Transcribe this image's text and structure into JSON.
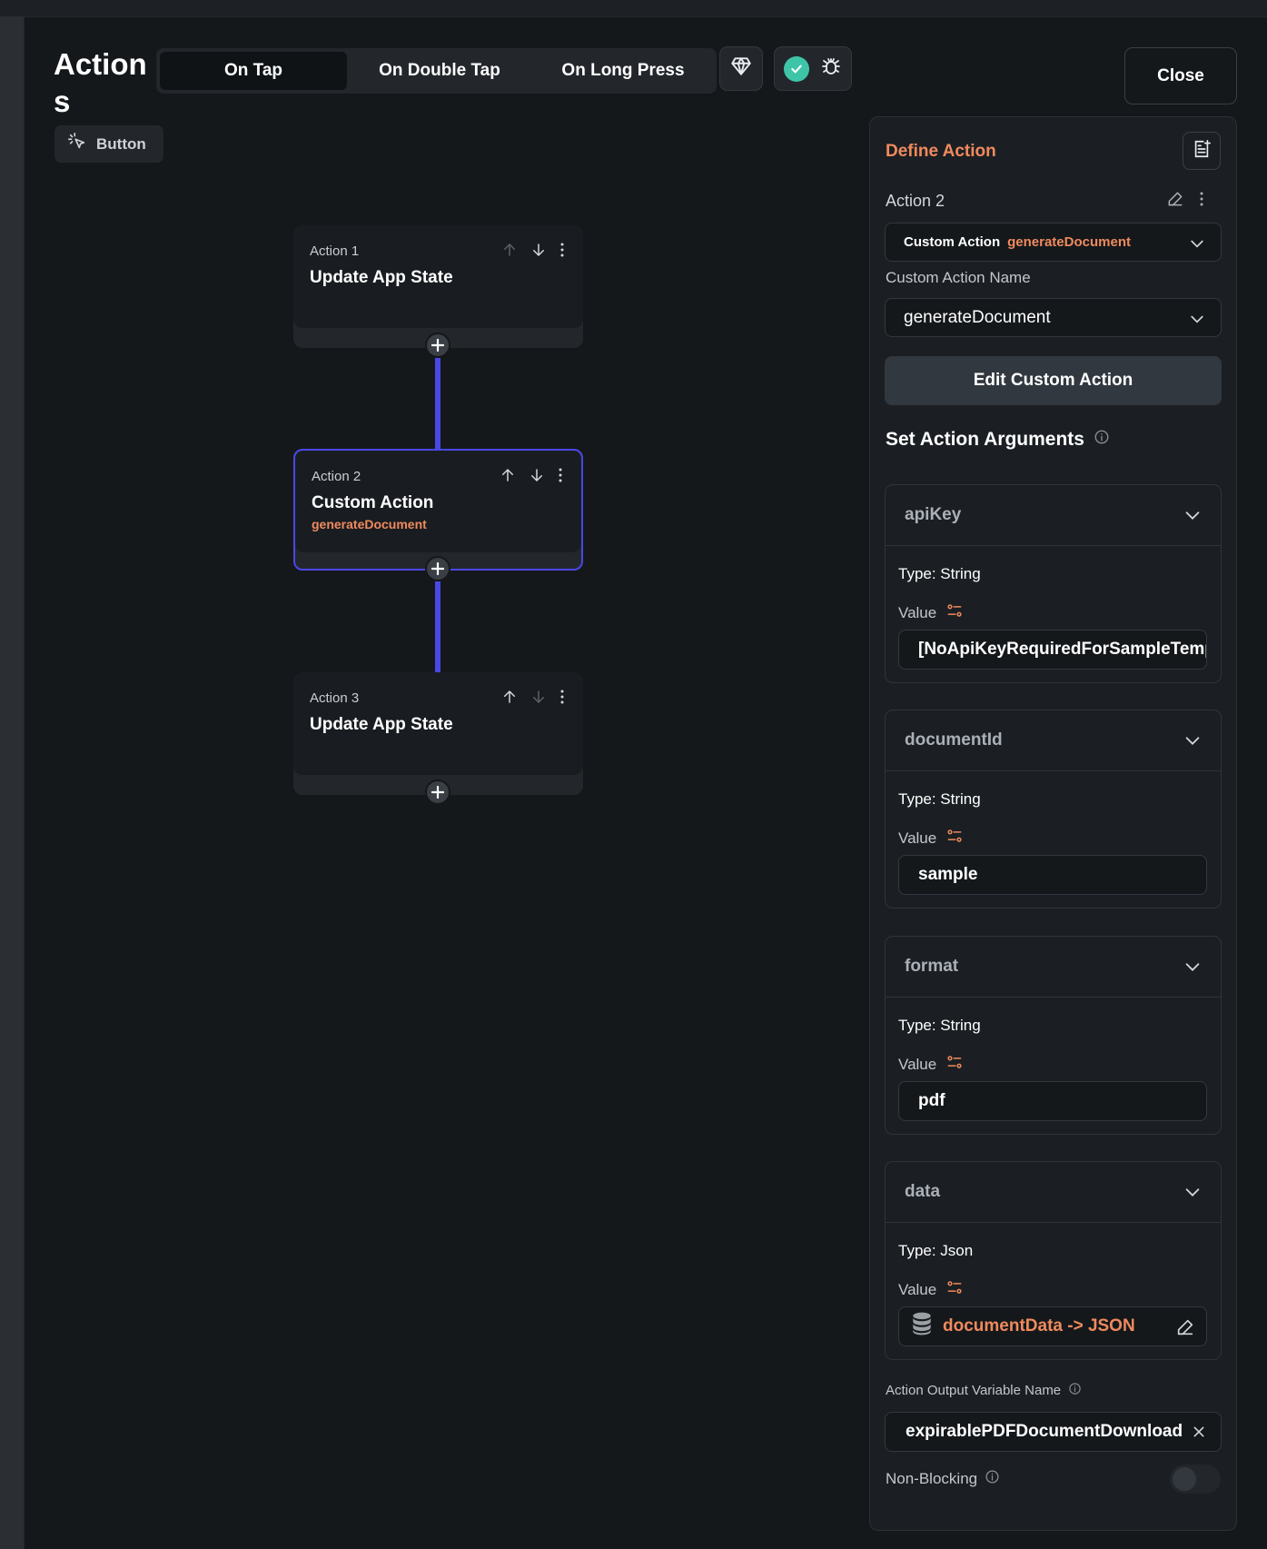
{
  "header": {
    "title": "Actions",
    "tabs": [
      {
        "label": "On Tap",
        "active": true
      },
      {
        "label": "On Double Tap",
        "active": false
      },
      {
        "label": "On Long Press",
        "active": false
      }
    ],
    "close_label": "Close",
    "widget_chip": "Button"
  },
  "flow": {
    "nodes": [
      {
        "label": "Action 1",
        "title": "Update App State",
        "subtitle": ""
      },
      {
        "label": "Action 2",
        "title": "Custom Action",
        "subtitle": "generateDocument"
      },
      {
        "label": "Action 3",
        "title": "Update App State",
        "subtitle": ""
      }
    ]
  },
  "panel": {
    "title": "Define Action",
    "action_name": "Action 2",
    "action_type": "Custom Action",
    "action_type_value": "generateDocument",
    "custom_action_name_label": "Custom Action Name",
    "custom_action_name": "generateDocument",
    "edit_button": "Edit Custom Action",
    "arguments_title": "Set Action Arguments",
    "arguments": [
      {
        "name": "apiKey",
        "type": "Type: String",
        "value_label": "Value",
        "value": "[NoApiKeyRequiredForSampleTemplate]"
      },
      {
        "name": "documentId",
        "type": "Type: String",
        "value_label": "Value",
        "value": "sample"
      },
      {
        "name": "format",
        "type": "Type: String",
        "value_label": "Value",
        "value": "pdf"
      },
      {
        "name": "data",
        "type": "Type: Json",
        "value_label": "Value",
        "value": "documentData -> JSON"
      }
    ],
    "output_label": "Action Output Variable Name",
    "output_value": "expirablePDFDocumentDownload",
    "non_blocking_label": "Non-Blocking",
    "non_blocking": false
  },
  "colors": {
    "accent_orange": "#f08a5d",
    "accent_purple": "#4a47e6",
    "success_green": "#3ec5a8"
  }
}
